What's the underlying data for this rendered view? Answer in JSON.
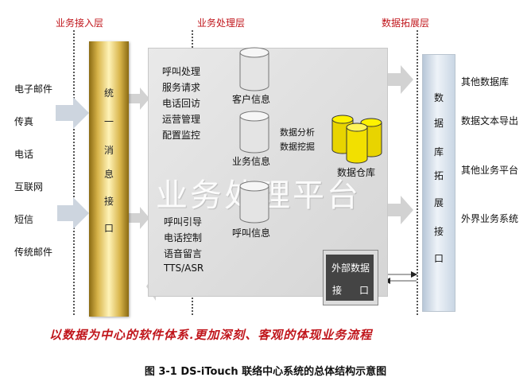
{
  "layers": {
    "access": "业务接入层",
    "processing": "业务处理层",
    "expansion": "数据拓展层"
  },
  "sources": [
    "电子邮件",
    "传真",
    "电话",
    "互联网",
    "短信",
    "传统邮件"
  ],
  "unified_interface": [
    "统",
    "一",
    "消",
    "息",
    "接",
    "口"
  ],
  "platform": {
    "watermark": "业务处理平台",
    "functions_top": [
      "呼叫处理",
      "服务请求",
      "电话回访",
      "运营管理",
      "配置监控"
    ],
    "functions_bottom": [
      "呼叫引导",
      "电话控制",
      "语音留言",
      "TTS/ASR"
    ],
    "cylinders": [
      "客户信息",
      "业务信息",
      "呼叫信息"
    ],
    "analysis": [
      "数据分析",
      "数据挖掘"
    ],
    "warehouse": "数据仓库"
  },
  "external_interface": {
    "line1": "外部数据",
    "line2": [
      "接",
      "口"
    ]
  },
  "expansion_interface": [
    "数",
    "据",
    "库",
    "拓",
    "展",
    "接",
    "口"
  ],
  "targets": [
    "其他数据库",
    "数据文本导出",
    "其他业务平台",
    "外界业务系统"
  ],
  "slogan": "以数据为中心的软件体系.更加深刻、客观的体现业务流程",
  "caption": "图  3-1 DS-iTouch 联络中心系统的总体结构示意图",
  "colors": {
    "accent_red": "#c0151b",
    "gold": "#d8b44a",
    "warehouse_yellow": "#f2e000",
    "platform_gray": "#dedede"
  }
}
